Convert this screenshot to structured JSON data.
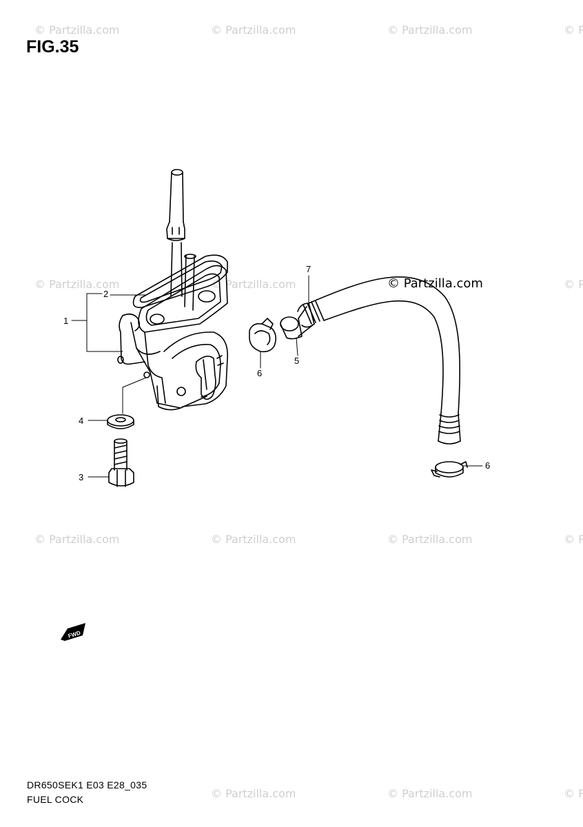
{
  "figure": {
    "title": "FIG.35",
    "model_code": "DR650SEK1 E03 E28_035",
    "section_name": "FUEL COCK"
  },
  "watermark": {
    "text": "© Partzilla.com",
    "text_cut": "© P"
  },
  "callouts": [
    "1",
    "2",
    "3",
    "4",
    "5",
    "6",
    "6",
    "7"
  ],
  "fwd_badge": "FWD"
}
